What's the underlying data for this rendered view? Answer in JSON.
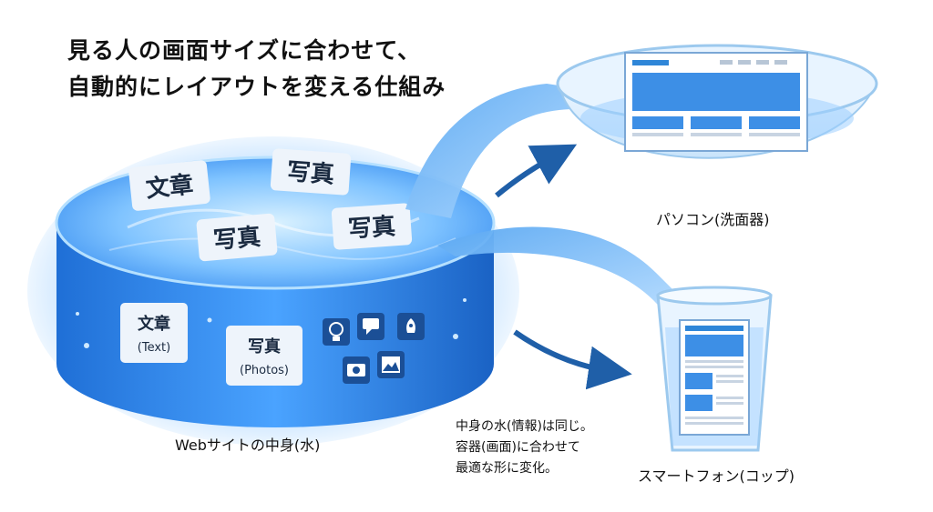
{
  "title": {
    "line1": "見る人の画面サイズに合わせて、",
    "line2": "自動的にレイアウトを変える仕組み"
  },
  "cylinder": {
    "floating_cards": [
      "文章",
      "写真",
      "写真",
      "写真"
    ],
    "side_cards": [
      {
        "main": "文章",
        "sub": "(Text)"
      },
      {
        "main": "写真",
        "sub": "(Photos)"
      }
    ],
    "icons": [
      "lightbulb-icon",
      "chat-icon",
      "rocket-icon",
      "camera-icon",
      "image-icon"
    ],
    "caption": "Webサイトの中身(水)"
  },
  "basin": {
    "caption": "パソコン(洗面器)"
  },
  "glass": {
    "caption": "スマートフォン(コップ)"
  },
  "note": {
    "line1": "中身の水(情報)は同じ。",
    "line2": "容器(画面)に合わせて",
    "line3": "最適な形に変化。"
  },
  "colors": {
    "water": "#3d8fe6",
    "water_light": "#8cc8ff",
    "arrow": "#1f5fa8",
    "card": "#eef4fb"
  }
}
